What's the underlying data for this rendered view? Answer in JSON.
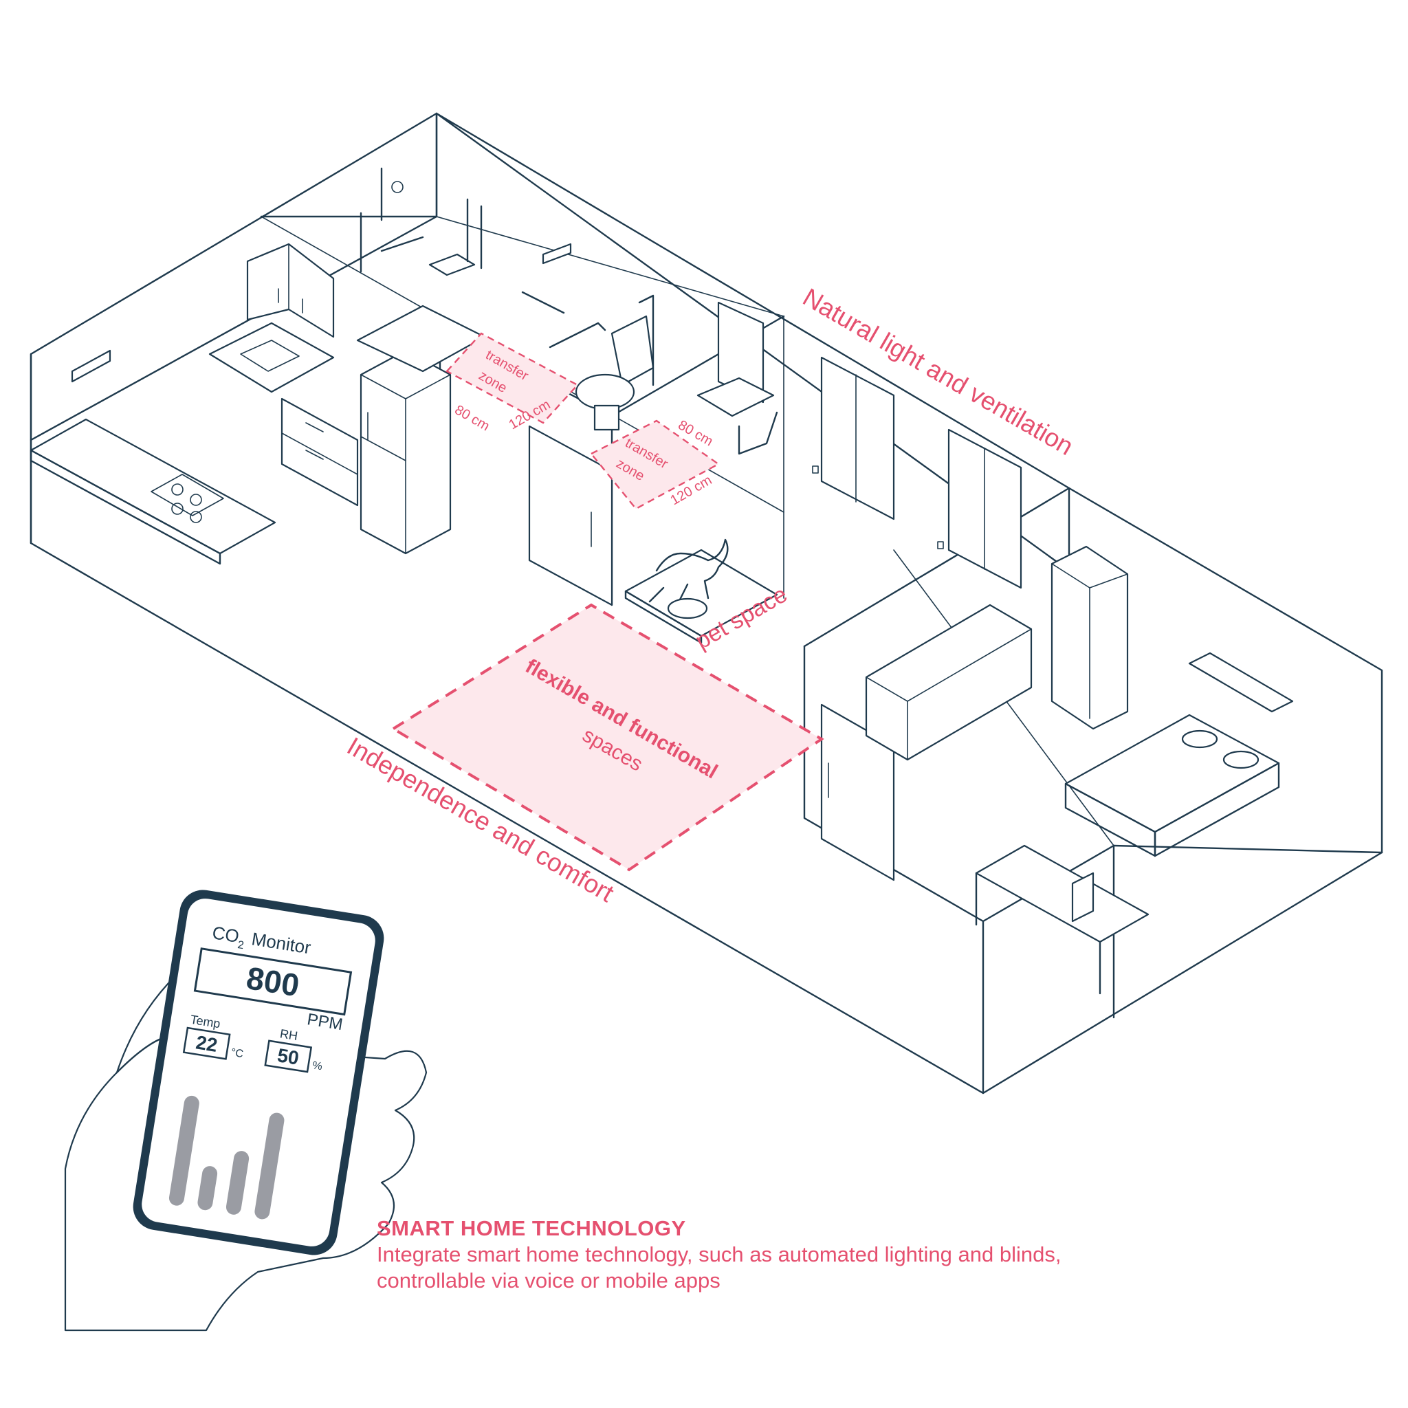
{
  "labels": {
    "natural_light": "Natural light and ventilation",
    "independence": "Independence and comfort",
    "flexible_line1": "flexible and functional",
    "flexible_line2": "spaces",
    "pet_space": "pet space",
    "transfer_zone_1_a": "transfer",
    "transfer_zone_1_b": "zone",
    "transfer_zone_1_width": "80 cm",
    "transfer_zone_1_depth": "120 cm",
    "transfer_zone_2_a": "transfer",
    "transfer_zone_2_b": "zone",
    "transfer_zone_2_width": "80 cm",
    "transfer_zone_2_depth": "120 cm"
  },
  "phone": {
    "title_prefix": "CO",
    "title_sub": "2",
    "title_suffix": "Monitor",
    "co2_value": "800",
    "co2_unit": "PPM",
    "temp_label": "Temp",
    "temp_value": "22",
    "temp_unit": "°C",
    "rh_label": "RH",
    "rh_value": "50",
    "rh_unit": "%",
    "bar_levels": [
      0.95,
      0.38,
      0.55,
      0.92
    ]
  },
  "caption": {
    "title": "SMART HOME TECHNOLOGY",
    "body": "Integrate smart home technology, such as automated lighting and blinds, controllable via voice or mobile apps"
  },
  "colors": {
    "line": "#1f3a4d",
    "accent": "#e5506f",
    "zone_fill": "#fde8ec",
    "bar": "#9a9ca3"
  }
}
